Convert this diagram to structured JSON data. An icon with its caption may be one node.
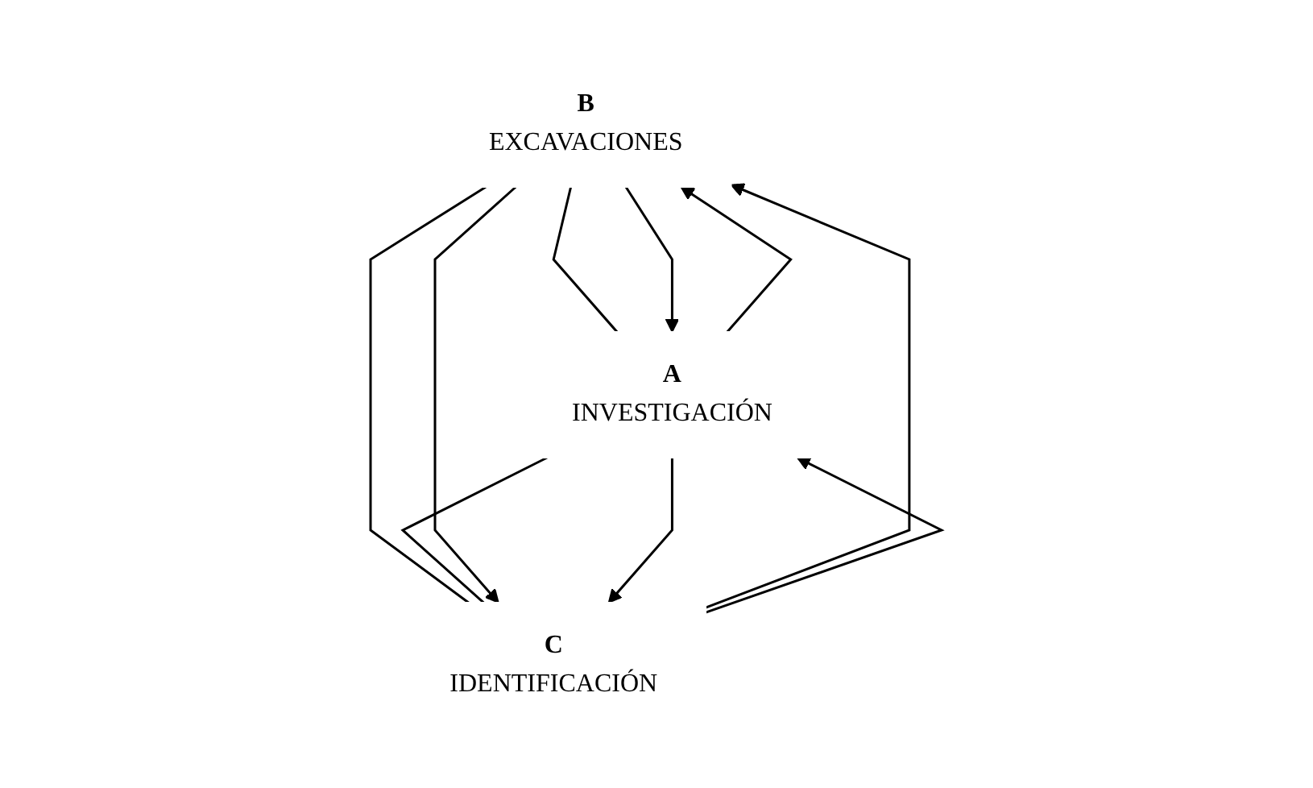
{
  "diagram": {
    "nodes": [
      {
        "text": [
          "B",
          "EXCAVACIONES"
        ]
      },
      {
        "text": [
          "A",
          "INVESTIGACIÓN"
        ]
      },
      {
        "text": [
          "C",
          "IDENTIFICACIÓN"
        ]
      }
    ],
    "edges": [
      {
        "from": 0,
        "to": 1,
        "arrow": "none"
      },
      {
        "from": 0,
        "to": 2,
        "arrow": "none"
      },
      {
        "from": 1,
        "to": 2,
        "arrow": "none"
      },
      {
        "from": 0,
        "to": 1,
        "arrow": "to"
      },
      {
        "from": 1,
        "to": 0,
        "arrow": "to"
      },
      {
        "from": 2,
        "to": 0,
        "arrow": "to"
      },
      {
        "from": 0,
        "to": 2,
        "arrow": "to"
      },
      {
        "from": 2,
        "to": 1,
        "arrow": "to"
      },
      {
        "from": 1,
        "to": 2,
        "arrow": "to"
      }
    ]
  }
}
